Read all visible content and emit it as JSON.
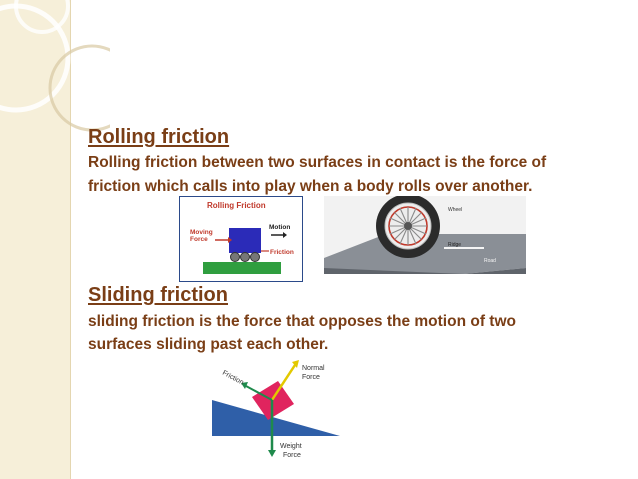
{
  "slide": {
    "rolling": {
      "heading": "Rolling friction",
      "line1": "Rolling friction between two surfaces in contact is the force of",
      "line2": "friction which calls into play when a body rolls over another."
    },
    "sliding": {
      "heading": "Sliding friction",
      "line1": "sliding friction is the force that opposes the motion of two",
      "line2": "surfaces sliding past each other."
    }
  },
  "figures": {
    "rolling_diagram": {
      "title": "Rolling Friction",
      "moving_force_line1": "Moving",
      "moving_force_line2": "Force",
      "motion": "Motion",
      "friction": "Friction"
    },
    "wheel_photo": {
      "wheel": "Wheel",
      "ridge": "Ridge",
      "road": "Road"
    },
    "incline_diagram": {
      "friction": "Friction",
      "normal_line1": "Normal",
      "normal_line2": "Force",
      "weight_line1": "Weight",
      "weight_line2": "Force"
    }
  },
  "colors": {
    "heading_text": "#7a3e16",
    "side_band": "#f6efd9",
    "arrow_green": "#1f8a4c",
    "block_blue": "#2b2bb8",
    "block_red": "#e0245e",
    "ramp_blue": "#2f5fa8"
  }
}
